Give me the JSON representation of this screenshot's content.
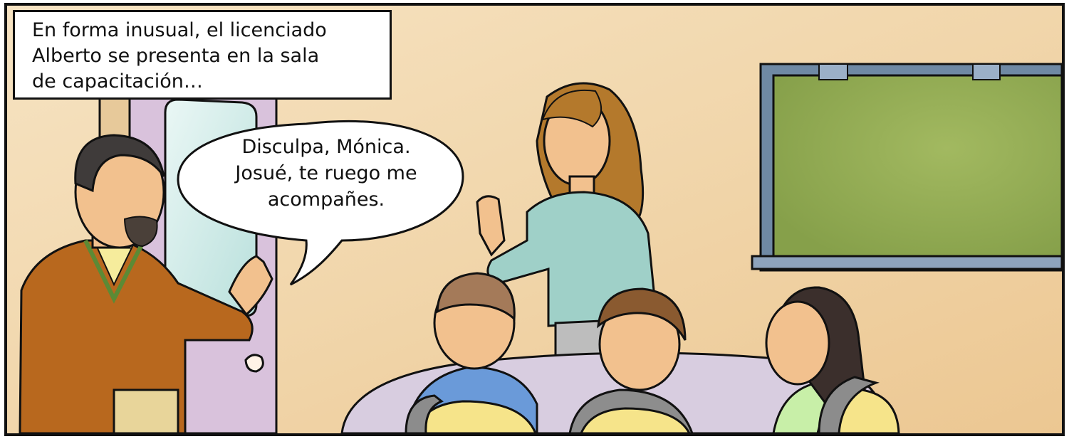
{
  "caption": {
    "lines": [
      "En forma inusual, el licenciado",
      "Alberto se presenta en la sala",
      "de capacitación…"
    ]
  },
  "speech_bubble": {
    "lines": [
      "Disculpa, Mónica.",
      "Josué, te ruego me",
      "acompañes."
    ]
  },
  "colors": {
    "wall": "#f3dcb4",
    "door": "#d9c2dc",
    "chalkboard": "#93ab52",
    "board_frame": "#6f89a4",
    "sweater": "#b8681e",
    "teacher_top": "#9fd0c8",
    "table": "#d8cde0",
    "chair": "#f6e48a",
    "outline": "#111111"
  }
}
